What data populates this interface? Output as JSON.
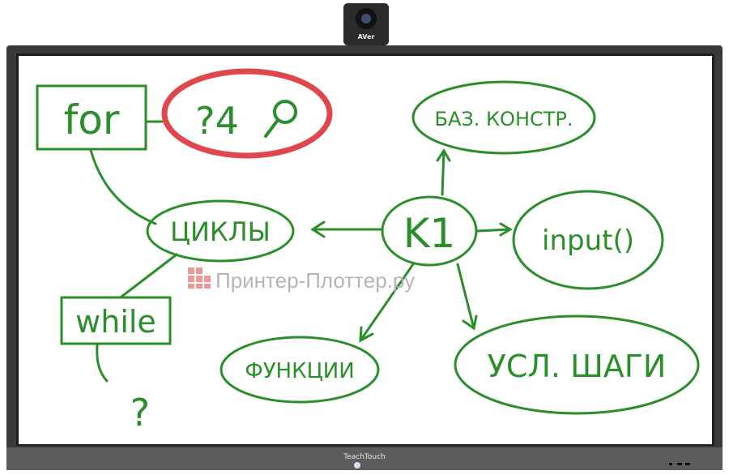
{
  "device": {
    "brand_label": "TeachTouch",
    "camera_brand": "AVer"
  },
  "whiteboard": {
    "ink_color": "#2a8f2a",
    "highlight_color": "#e0474c",
    "nodes": {
      "center": "K1",
      "loops": "ЦИКЛЫ",
      "basics": "БАЗ. КОНСТР.",
      "input": "input()",
      "conditions": "УСЛ. ШАГИ",
      "functions": "ФУНКЦИИ",
      "for": "for",
      "for_note": "?4",
      "while": "while",
      "while_note": "?"
    }
  },
  "watermark": "Принтер-Плоттер.ру"
}
